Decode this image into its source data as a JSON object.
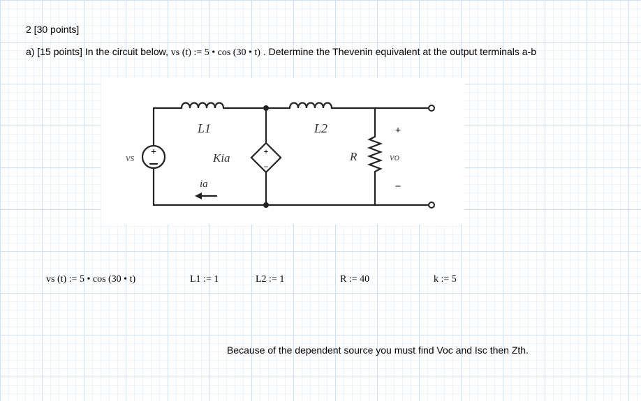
{
  "header": {
    "problem_title": "2 [30 points]",
    "question_prefix": "a) [15 points] In the circuit below,",
    "question_equation": "vs (t) := 5 • cos (30 • t)",
    "question_suffix": ". Determine the Thevenin equivalent at the output terminals a-b"
  },
  "circuit": {
    "source_label": "vs",
    "source_sign": "+",
    "inductor1_label": "L1",
    "inductor2_label": "L2",
    "dependent_source_label": "Kia",
    "dependent_plus": "+",
    "dependent_minus": "−",
    "current_label": "ia",
    "resistor_label": "R",
    "output_label": "vo",
    "output_plus": "+",
    "output_minus": "–"
  },
  "parameters": {
    "vs": "vs (t) := 5 • cos (30 • t)",
    "L1": "L1 := 1",
    "L2": "L2 := 1",
    "R": "R := 40",
    "k": "k := 5"
  },
  "note": "Because of the dependent source you must find Voc and Isc  then Zth.",
  "colors": {
    "grid_major": "#cfe0f4",
    "grid_minor": "#eef4fb",
    "wire": "#222222"
  }
}
